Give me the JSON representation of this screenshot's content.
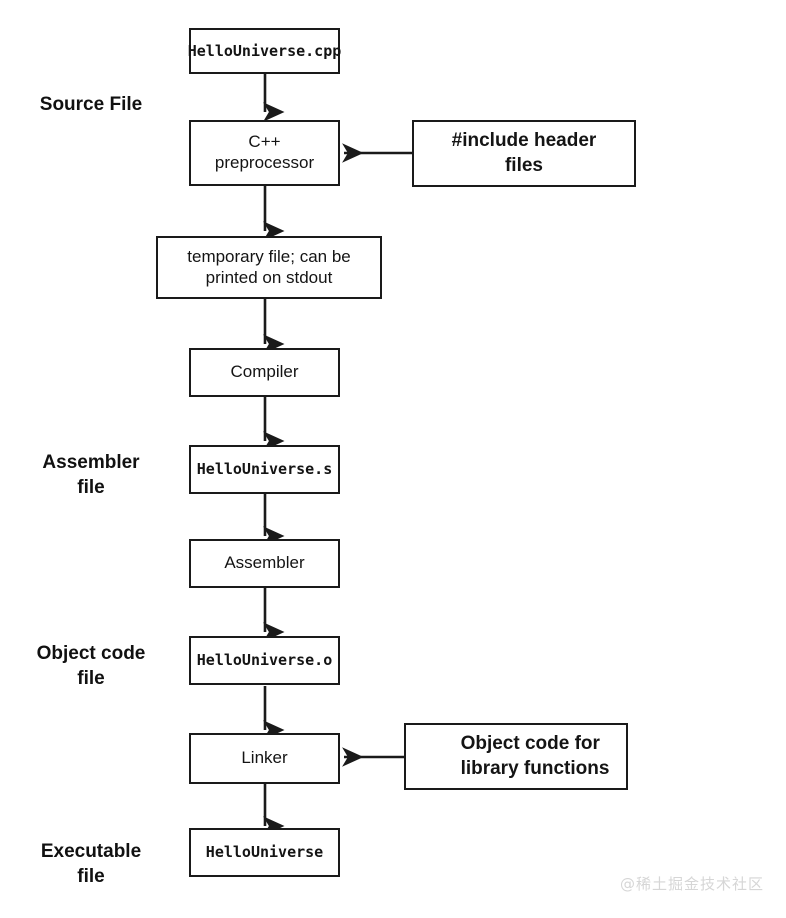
{
  "diagram": {
    "title": "C++ compilation pipeline",
    "stroke_color": "#1a1a1a",
    "background_color": "#ffffff",
    "watermark": "@稀土掘金技术社区",
    "stage_labels": [
      {
        "id": "source-file",
        "text": "Source File"
      },
      {
        "id": "assembler-file",
        "text": "Assembler\nfile"
      },
      {
        "id": "object-code-file",
        "text": "Object code\nfile"
      },
      {
        "id": "executable-file",
        "text": "Executable\nfile"
      }
    ],
    "nodes": [
      {
        "id": "hellouniverse-cpp",
        "kind": "file",
        "text": "HelloUniverse.cpp"
      },
      {
        "id": "cpp-preprocessor",
        "kind": "process",
        "text": "C++\npreprocessor"
      },
      {
        "id": "include-header-files",
        "kind": "note",
        "text": "#include header\nfiles"
      },
      {
        "id": "temporary-file",
        "kind": "process",
        "text": "temporary file; can be\nprinted on stdout"
      },
      {
        "id": "compiler",
        "kind": "process",
        "text": "Compiler"
      },
      {
        "id": "hellouniverse-s",
        "kind": "file",
        "text": "HelloUniverse.s"
      },
      {
        "id": "assembler",
        "kind": "process",
        "text": "Assembler"
      },
      {
        "id": "hellouniverse-o",
        "kind": "file",
        "text": "HelloUniverse.o"
      },
      {
        "id": "linker",
        "kind": "process",
        "text": "Linker"
      },
      {
        "id": "object-code-library",
        "kind": "note",
        "text": "Object code for\nlibrary functions"
      },
      {
        "id": "hellouniverse-exe",
        "kind": "file",
        "text": "HelloUniverse"
      }
    ],
    "edges": [
      {
        "from": "hellouniverse-cpp",
        "to": "cpp-preprocessor",
        "direction": "down"
      },
      {
        "from": "include-header-files",
        "to": "cpp-preprocessor",
        "direction": "left"
      },
      {
        "from": "cpp-preprocessor",
        "to": "temporary-file",
        "direction": "down"
      },
      {
        "from": "temporary-file",
        "to": "compiler",
        "direction": "down"
      },
      {
        "from": "compiler",
        "to": "hellouniverse-s",
        "direction": "down"
      },
      {
        "from": "hellouniverse-s",
        "to": "assembler",
        "direction": "down"
      },
      {
        "from": "assembler",
        "to": "hellouniverse-o",
        "direction": "down"
      },
      {
        "from": "hellouniverse-o",
        "to": "linker",
        "direction": "down"
      },
      {
        "from": "object-code-library",
        "to": "linker",
        "direction": "left"
      },
      {
        "from": "linker",
        "to": "hellouniverse-exe",
        "direction": "down"
      }
    ]
  }
}
